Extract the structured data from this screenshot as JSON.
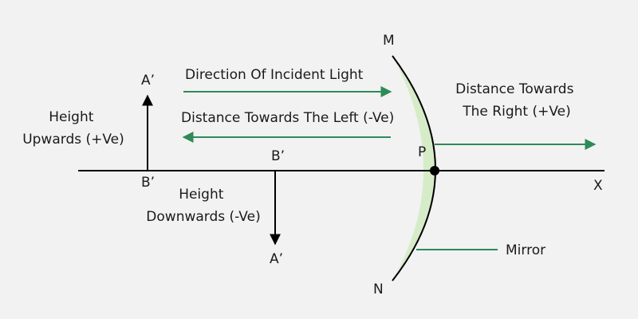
{
  "colors": {
    "background": "#f2f2f2",
    "line": "#000000",
    "arrow_green": "#2e8b57",
    "mirror_fill": "#d6ecc9",
    "text": "#1a1a1a"
  },
  "labels": {
    "point_m": "M",
    "point_n": "N",
    "point_p": "P",
    "point_x": "X",
    "a_prime_upper": "A’",
    "b_prime_left": "B’",
    "b_prime_mid": "B’",
    "a_prime_lower": "A’",
    "incident_light": "Direction Of Incident Light",
    "distance_left": "Distance Towards The Left (-Ve)",
    "distance_right_line1": "Distance Towards",
    "distance_right_line2": "The Right (+Ve)",
    "height_up_line1": "Height",
    "height_up_line2": "Upwards (+Ve)",
    "height_down_line1": "Height",
    "height_down_line2": "Downwards (-Ve)",
    "mirror": "Mirror"
  }
}
